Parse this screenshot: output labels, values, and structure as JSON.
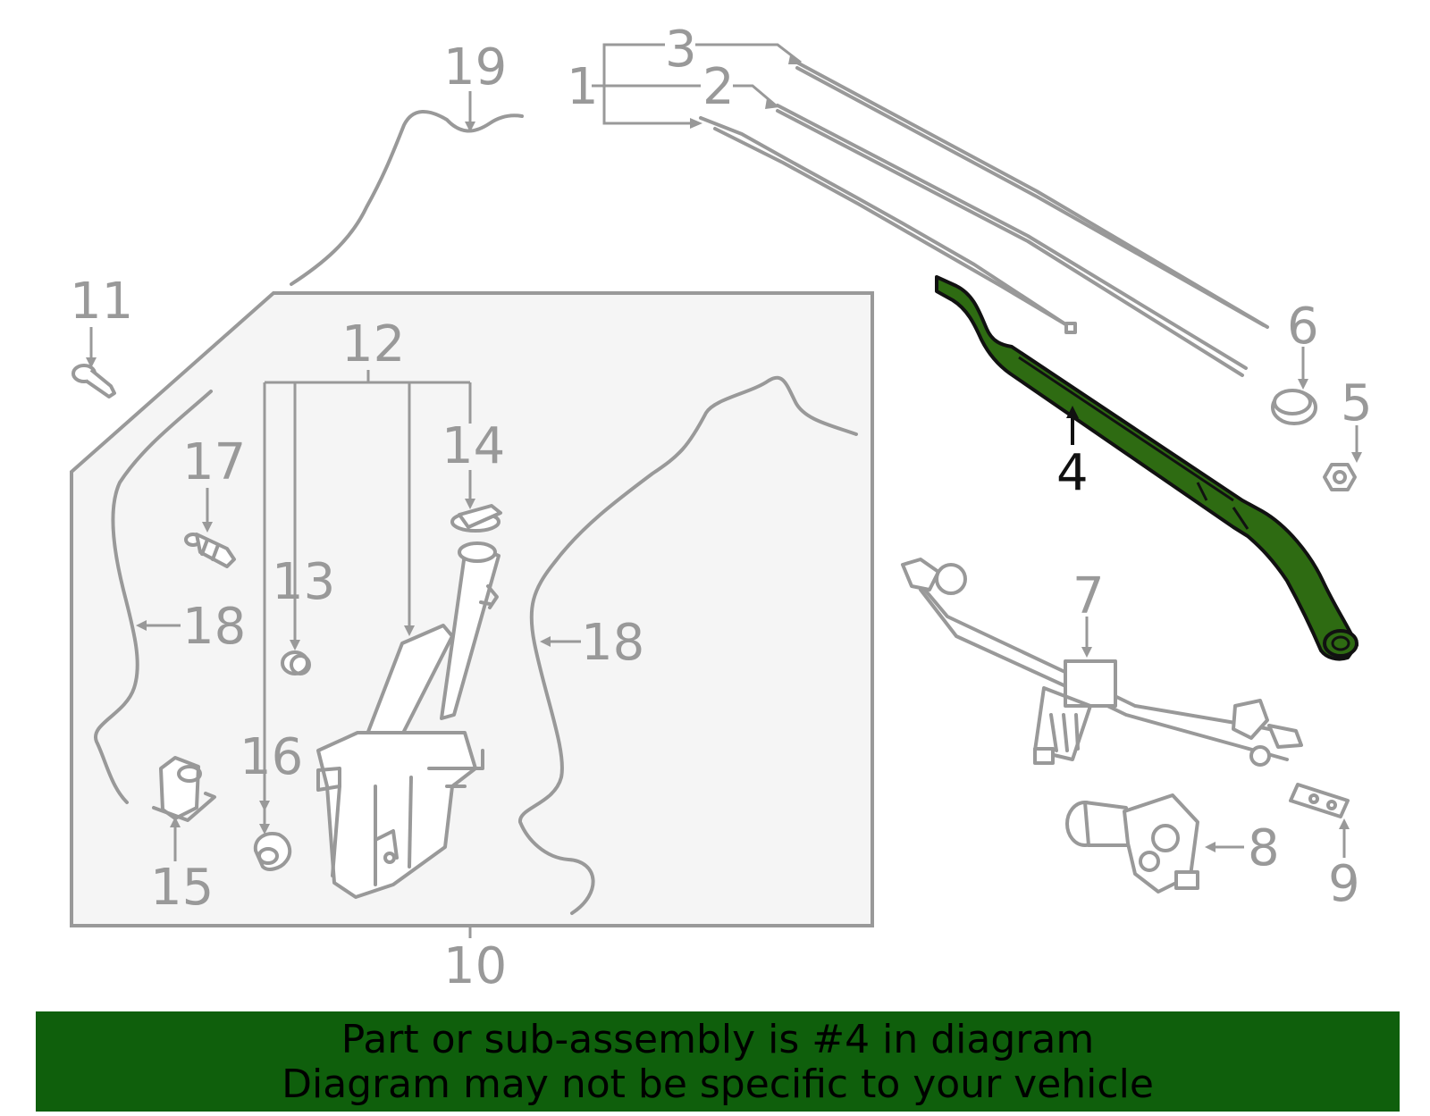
{
  "diagram": {
    "callouts": {
      "c1": "1",
      "c2": "2",
      "c3": "3",
      "c4": "4",
      "c5": "5",
      "c6": "6",
      "c7": "7",
      "c8": "8",
      "c9": "9",
      "c10": "10",
      "c11": "11",
      "c12": "12",
      "c13": "13",
      "c14": "14",
      "c15": "15",
      "c16": "16",
      "c17": "17",
      "c18a": "18",
      "c18b": "18",
      "c19": "19"
    },
    "highlighted_part": "4",
    "colors": {
      "parts": "#999999",
      "highlight_fill": "#2e6b12",
      "highlight_label": "#111111",
      "inset_background": "#f5f5f5",
      "banner": "#0f5f0c"
    }
  },
  "banner": {
    "line1": "Part or sub-assembly is #4 in diagram",
    "line2": "Diagram may not be specific to your vehicle"
  }
}
